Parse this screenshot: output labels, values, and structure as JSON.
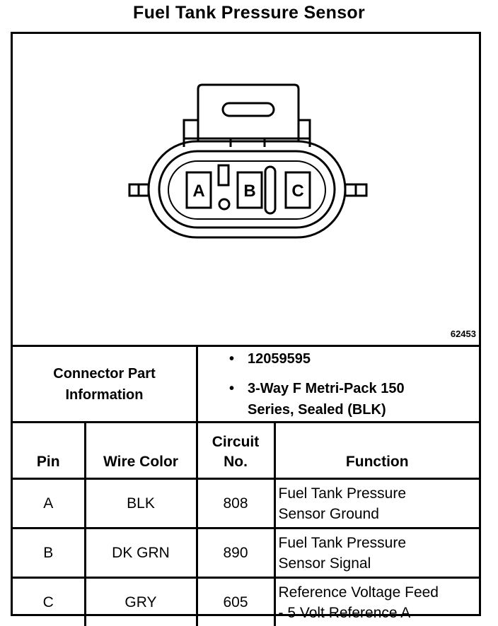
{
  "title": "Fuel Tank Pressure Sensor",
  "figure": {
    "pin_labels": [
      "A",
      "B",
      "C"
    ],
    "figure_number": "62453"
  },
  "connector_info": {
    "label_line1": "Connector Part",
    "label_line2": "Information",
    "items": [
      {
        "bullet": "•",
        "lines": [
          "12059595"
        ]
      },
      {
        "bullet": "•",
        "lines": [
          "3-Way F Metri-Pack 150",
          "Series, Sealed (BLK)"
        ]
      }
    ]
  },
  "table": {
    "headers": {
      "pin": "Pin",
      "wire_color": "Wire Color",
      "circuit_line1": "Circuit",
      "circuit_line2": "No.",
      "function": "Function"
    },
    "rows": [
      {
        "pin": "A",
        "wire_color": "BLK",
        "circuit": "808",
        "function_line1": "Fuel Tank Pressure",
        "function_line2": "Sensor Ground"
      },
      {
        "pin": "B",
        "wire_color": "DK GRN",
        "circuit": "890",
        "function_line1": "Fuel Tank Pressure",
        "function_line2": "Sensor Signal"
      },
      {
        "pin": "C",
        "wire_color": "GRY",
        "circuit": "605",
        "function_line1": "Reference Voltage Feed",
        "function_line2": "- 5 Volt Reference A"
      }
    ]
  }
}
